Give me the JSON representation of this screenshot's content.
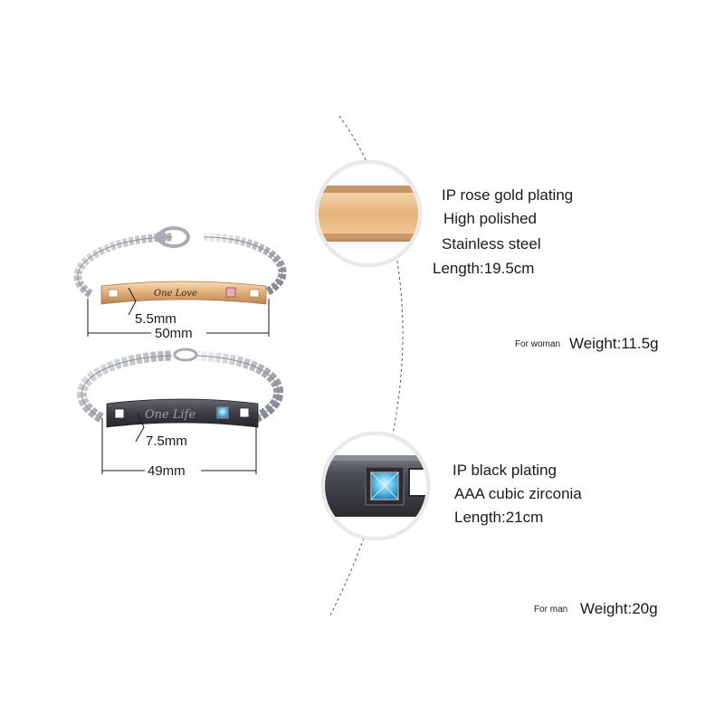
{
  "woman": {
    "specs": [
      "IP rose gold plating",
      "High polished",
      "Stainless steel",
      "Length:19.5cm"
    ],
    "weight_label": "For woman",
    "weight": "Weight:11.5g",
    "engraving": "One Love",
    "dim_height": "5.5mm",
    "dim_width": "50mm"
  },
  "man": {
    "specs": [
      "IP black plating",
      "AAA cubic zirconia",
      "Length:21cm"
    ],
    "weight_label": "For man",
    "weight": "Weight:20g",
    "engraving": "One Life",
    "dim_height": "7.5mm",
    "dim_width": "49mm"
  },
  "colors": {
    "rose_gold": "#e2b07a",
    "black_plate": "#3b3d42",
    "silver": "#b9bcc2",
    "pink_stone": "#f2a7c0",
    "blue_stone": "#67c7ee"
  }
}
